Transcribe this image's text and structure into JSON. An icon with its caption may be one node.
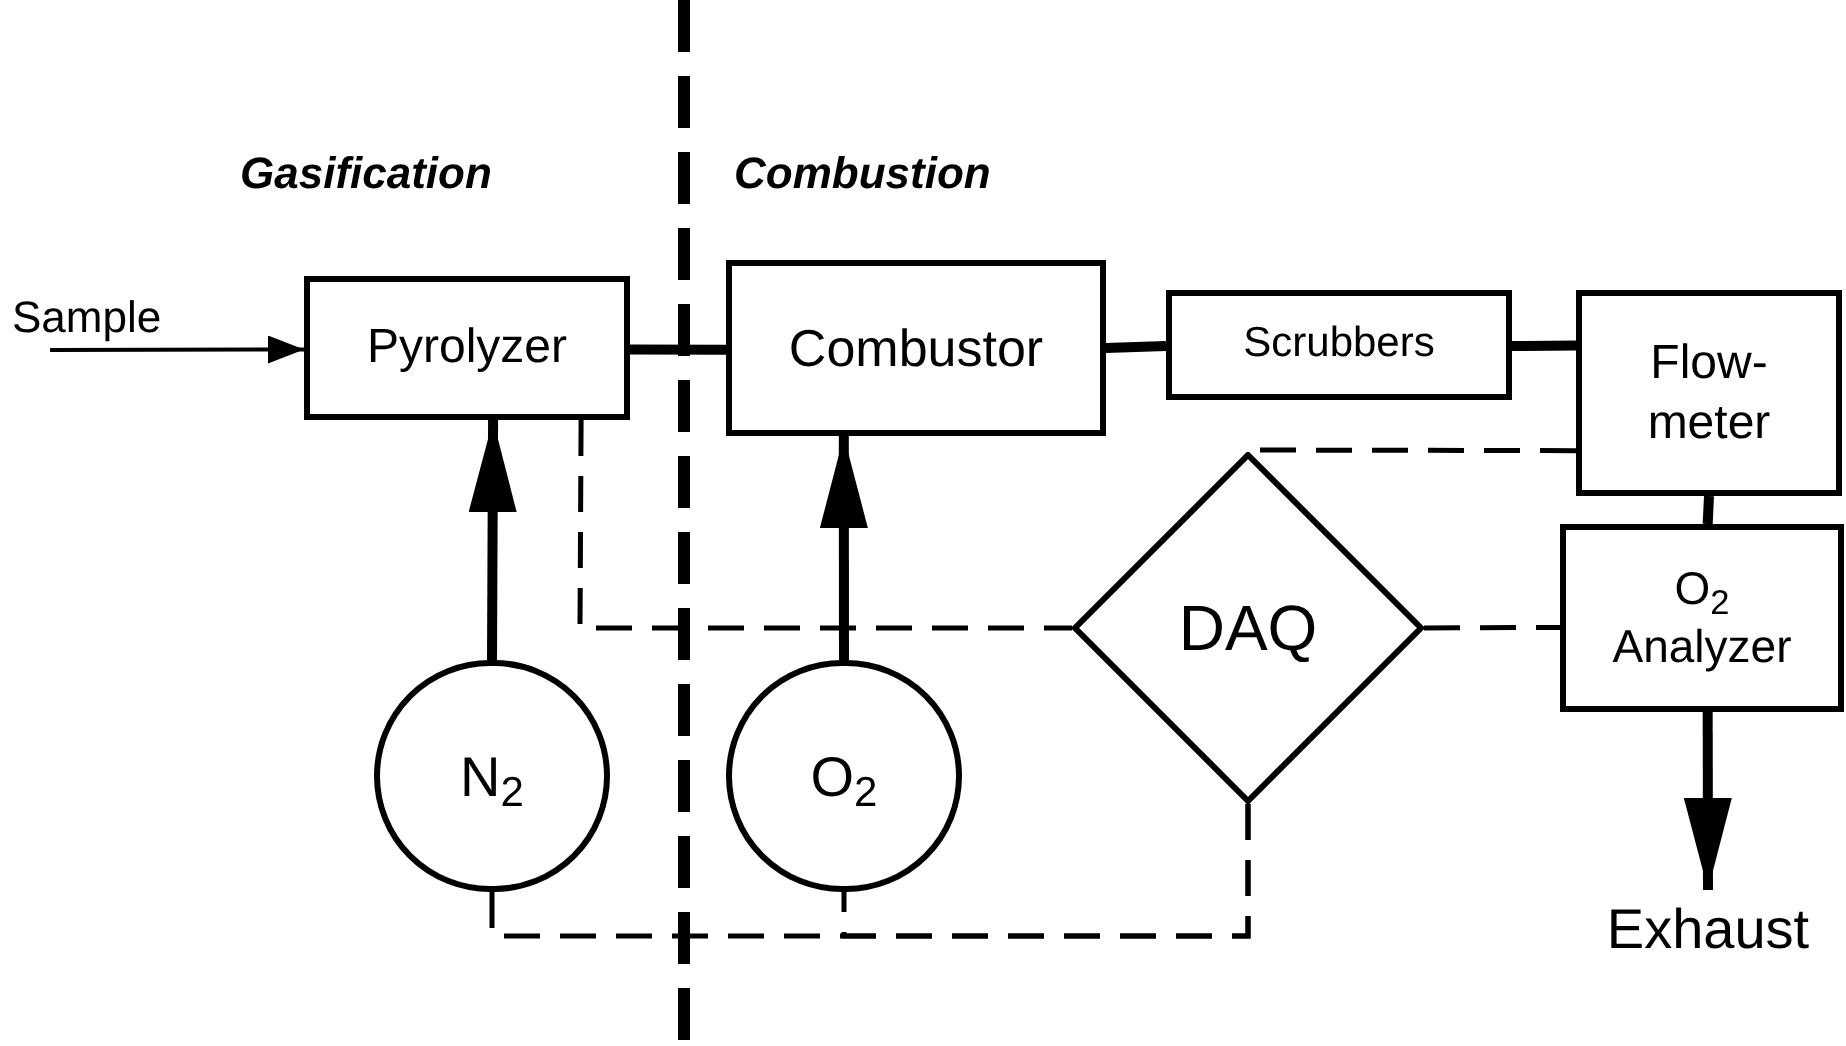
{
  "diagram": {
    "nodes": [
      {
        "text": [
          "Sample"
        ]
      },
      {
        "text": [
          "Pyrolyzer"
        ]
      },
      {
        "text": [
          "Combustor"
        ]
      },
      {
        "text": [
          "Scrubbers"
        ]
      },
      {
        "text": [
          "Flow- meter"
        ]
      },
      {
        "text": [
          "O$_{2}$ Analyzer"
        ]
      },
      {
        "text": [
          "DAQ"
        ]
      },
      {
        "text": [
          "N$_{2}$"
        ]
      },
      {
        "text": [
          "O$_{2}$"
        ]
      },
      {
        "text": [
          "Exhaust"
        ]
      }
    ],
    "edges": [
      {
        "from": 0,
        "to": 1,
        "arrow": "to"
      },
      {
        "from": 1,
        "to": 2,
        "arrow": "none"
      },
      {
        "from": 2,
        "to": 3,
        "arrow": "none"
      },
      {
        "from": 3,
        "to": 4,
        "arrow": "none"
      },
      {
        "from": 4,
        "to": 5,
        "arrow": "none"
      },
      {
        "from": 7,
        "to": 1,
        "arrow": "to"
      },
      {
        "from": 8,
        "to": 2,
        "arrow": "to"
      },
      {
        "from": 5,
        "to": 9,
        "arrow": "to"
      },
      {
        "from": 1,
        "to": 6,
        "arrow": "none",
        "style": "dashed"
      },
      {
        "from": 4,
        "to": 6,
        "arrow": "none",
        "style": "dashed"
      },
      {
        "from": 6,
        "to": 5,
        "arrow": "none",
        "style": "dashed"
      },
      {
        "from": 6,
        "to": 7,
        "arrow": "none",
        "style": "dashed"
      },
      {
        "from": 6,
        "to": 8,
        "arrow": "none",
        "style": "dashed"
      }
    ],
    "labels": [
      "Gasification",
      "Combustion"
    ]
  }
}
